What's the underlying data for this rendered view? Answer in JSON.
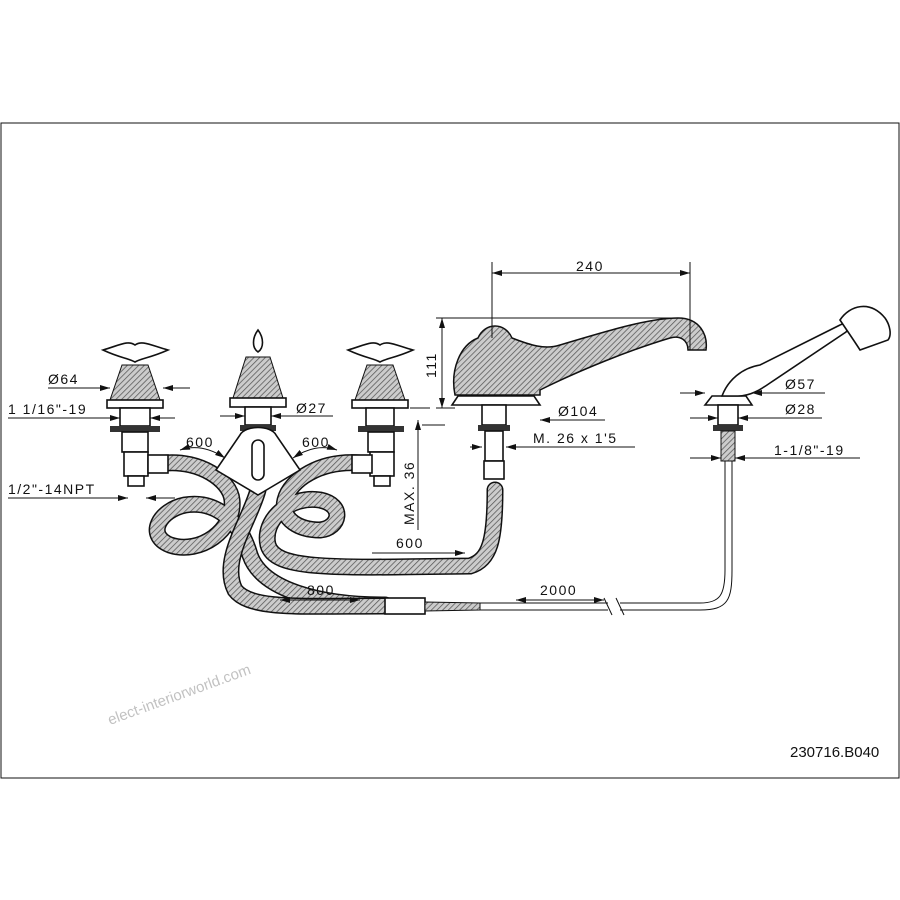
{
  "drawing": {
    "code": "230716.B040",
    "watermark": "elect-interiorworld.com",
    "dimensions": {
      "spout_reach": "240",
      "spout_height": "111",
      "handle_diameter": "Ø64",
      "valve_thread": "1 1/16\"-19",
      "inlet_thread": "1/2\"-14NPT",
      "center_diameter": "Ø27",
      "hose_left": "600",
      "hose_right": "600",
      "deck_max": "MAX. 36",
      "spout_base_diameter": "Ø104",
      "spout_thread": "M. 26 x 1'5",
      "spout_hose": "600",
      "shower_hose_800": "800",
      "shower_hose_2000": "2000",
      "holder_diameter": "Ø57",
      "holder_stem_diameter": "Ø28",
      "holder_thread": "1-1/8\"-19"
    }
  }
}
